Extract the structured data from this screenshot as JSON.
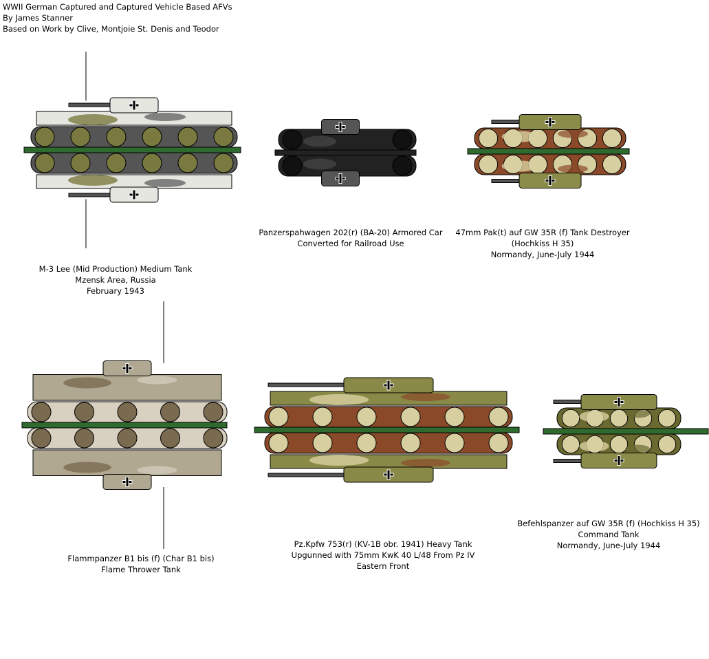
{
  "header": {
    "title": "WWII German Captured and Captured Vehicle Based AFVs",
    "author": "By James Stanner",
    "credits": "Based on Work by Clive, Montjoie St. Denis and Teodor"
  },
  "colors": {
    "background": "#ffffff",
    "rail_green": "#2f6b2f",
    "cross": "#000000"
  },
  "vehicles": [
    {
      "id": "m3-lee",
      "caption": [
        "M-3 Lee (Mid Production) Medium Tank",
        "Mzensk Area, Russia",
        "February 1943"
      ],
      "palette": [
        "#e6e6e0",
        "#7a7a40",
        "#555555"
      ],
      "rail": "#2f6b2f"
    },
    {
      "id": "ba-20",
      "caption": [
        "Panzerspahwagen 202(r) (BA-20) Armored Car",
        "Converted for Railroad Use"
      ],
      "palette": [
        "#555555",
        "#444444",
        "#222222"
      ],
      "rail": "#222222"
    },
    {
      "id": "h35-td",
      "caption": [
        "47mm Pak(t) auf GW 35R (f) Tank Destroyer",
        "(Hochkiss H 35)",
        "Normandy, June-July 1944"
      ],
      "palette": [
        "#8c8c4a",
        "#d8cfa0",
        "#8a4a2a"
      ],
      "rail": "#2f6b2f"
    },
    {
      "id": "b1-bis",
      "caption": [
        "Flammpanzer B1 bis (f) (Char B1 bis)",
        "Flame Thrower Tank"
      ],
      "palette": [
        "#b0a890",
        "#7a6a50",
        "#d8d0c0"
      ],
      "rail": "#2f6b2f"
    },
    {
      "id": "kv-1b",
      "caption": [
        "Pz.Kpfw 753(r) (KV-1B obr. 1941) Heavy Tank",
        "Upgunned with 75mm KwK 40 L/48 From Pz IV",
        "Eastern Front"
      ],
      "palette": [
        "#8a8a48",
        "#d8cfa0",
        "#8a4a2a"
      ],
      "rail": "#2f6b2f"
    },
    {
      "id": "h35-cmd",
      "caption": [
        "Befehlspanzer auf GW 35R (f) (Hochkiss H 35)",
        "Command Tank",
        "Normandy, June-July 1944"
      ],
      "palette": [
        "#8c8c4a",
        "#d8cfa0",
        "#6a6a30"
      ],
      "rail": "#2f6b2f"
    }
  ]
}
